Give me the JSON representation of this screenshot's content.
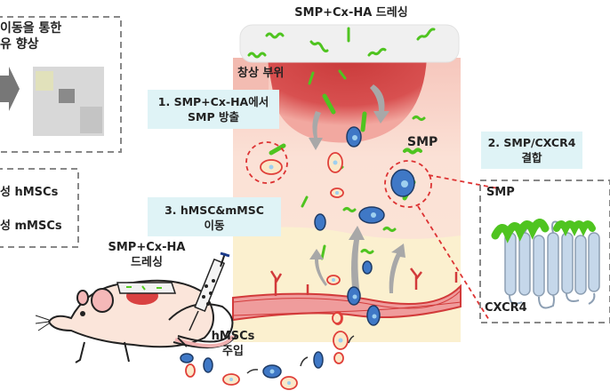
{
  "left_panel": {
    "top_box_line1": "이동을 통한",
    "top_box_line2": "유 향상",
    "legend_items": [
      "성 hMSCs",
      "성 mMSCs"
    ]
  },
  "dressing_title": "SMP+Cx-HA 드레싱",
  "wound_label": "창상 부위",
  "steps": [
    {
      "line1": "1. SMP+Cx-HA에서",
      "line2": "SMP 방출"
    },
    {
      "line1": "2. SMP/CXCR4",
      "line2": "결합"
    },
    {
      "line1": "3. hMSC&mMSC",
      "line2": "이동"
    }
  ],
  "smp_label": "SMP",
  "inset": {
    "smp_label": "SMP",
    "receptor_label": "CXCR4"
  },
  "mouse_dressing_line1": "SMP+Cx-HA",
  "mouse_dressing_line2": "드레싱",
  "injection_line1": "hMSCs",
  "injection_line2": "주입",
  "colors": {
    "callout_bg": "#dff3f6",
    "wound_red": "#d94b4b",
    "tissue_pink": "#fbe0d4",
    "deep_tissue": "#fbefd2",
    "vessel": "#e9868a",
    "smp_green": "#55cc22",
    "hmsc_blue": "#3f78c6",
    "mmsc_red_outline": "#e0403a",
    "receptor_blue": "#c5d7ea"
  }
}
